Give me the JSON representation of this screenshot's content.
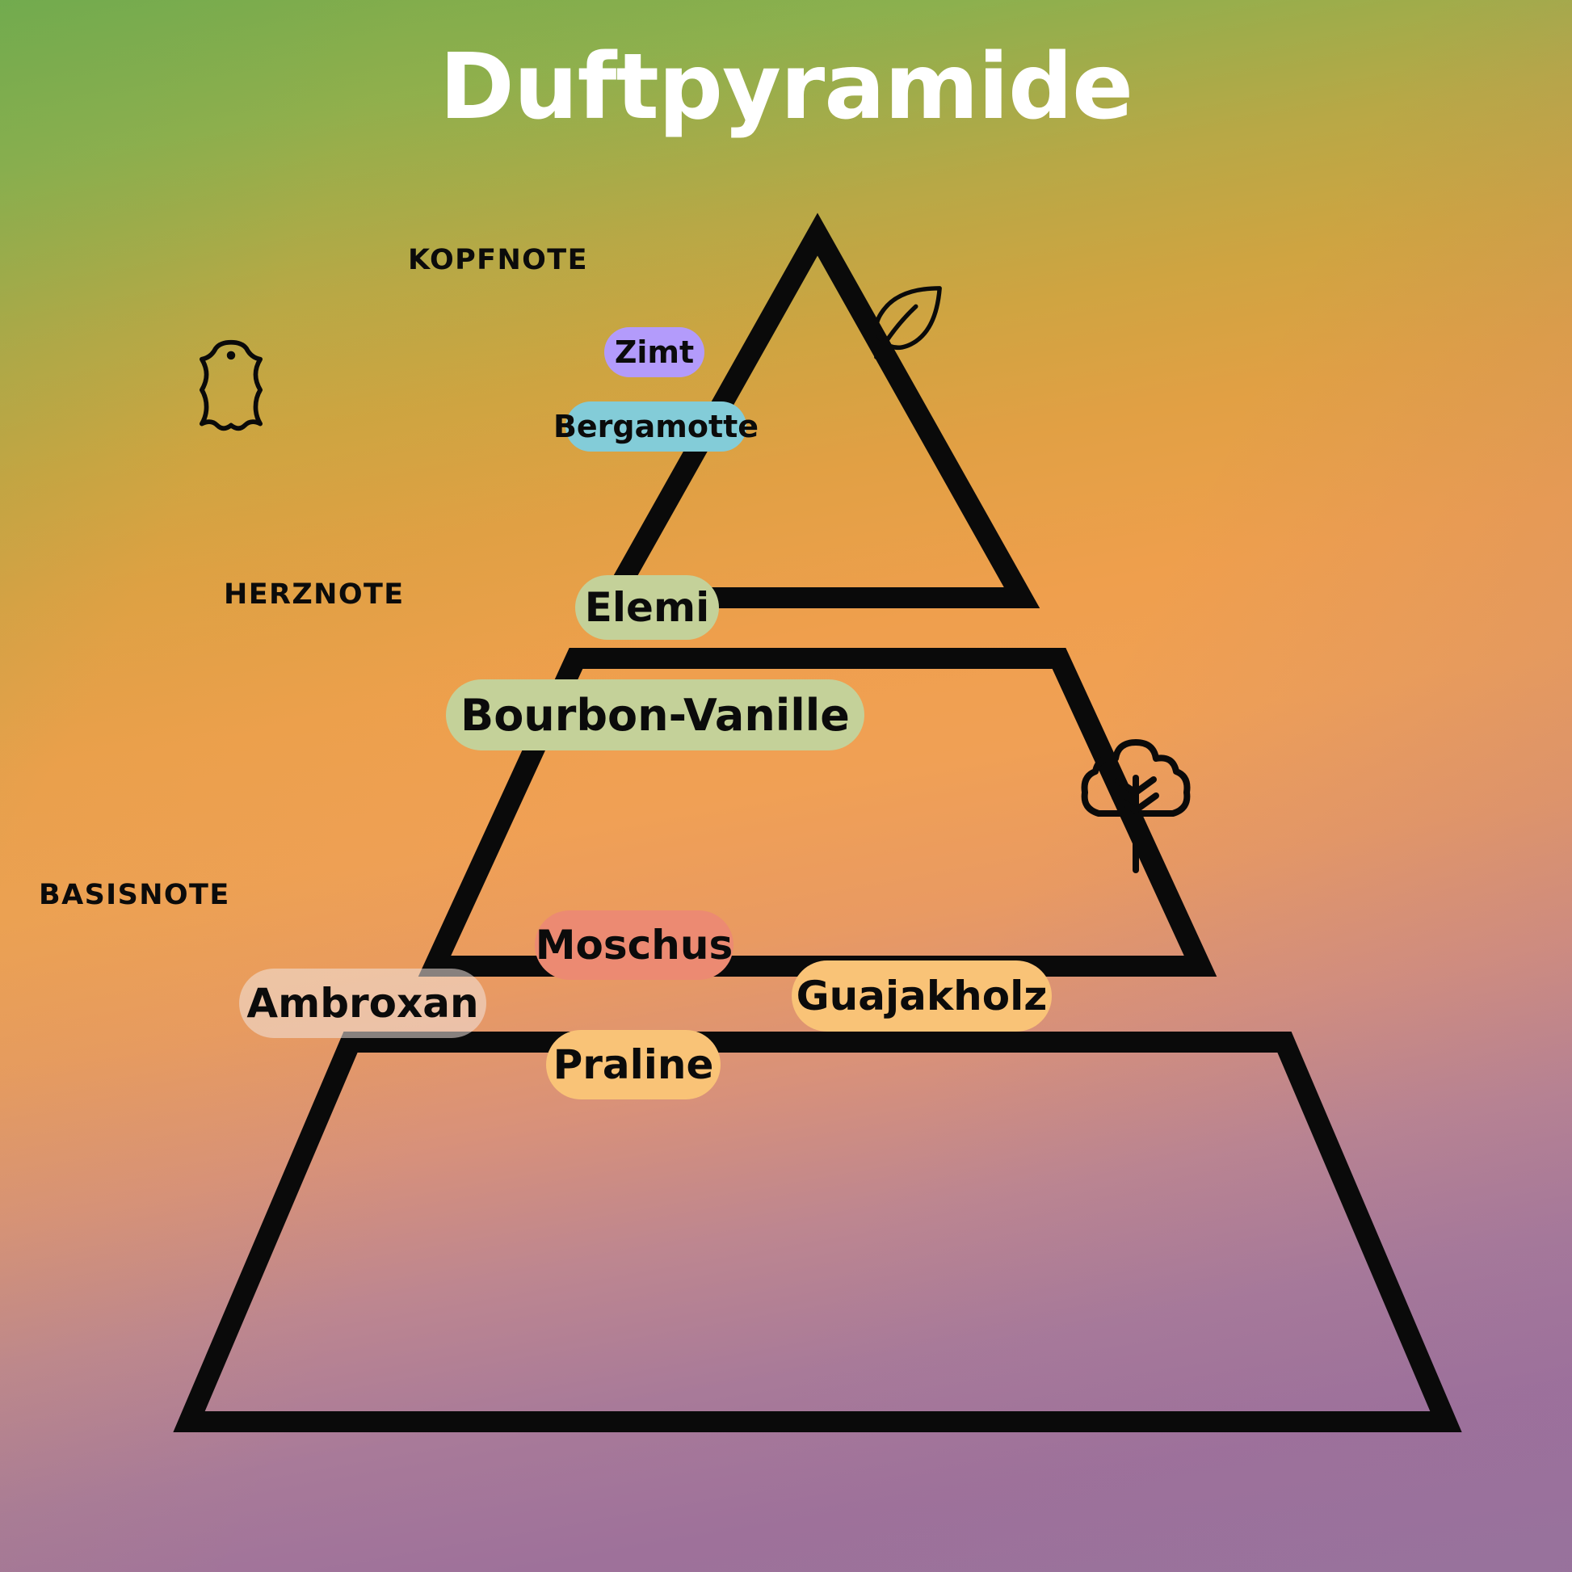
{
  "title": "Duftpyramide",
  "background": {
    "top_color": "#6fab4e",
    "mid_color": "#ef9f4d",
    "bottom_color": "#98739b"
  },
  "pyramid": {
    "stroke_color": "#0a0a0a",
    "tiers": [
      {
        "id": "top",
        "label": "KOPFNOTE",
        "notes": [
          {
            "name": "Zimt",
            "color": "#b39bfb"
          },
          {
            "name": "Bergamotte",
            "color": "#83ccd8"
          }
        ]
      },
      {
        "id": "heart",
        "label": "HERZNOTE",
        "notes": [
          {
            "name": "Elemi",
            "color": "#c4d199"
          },
          {
            "name": "Bourbon-Vanille",
            "color": "#c4d199"
          }
        ]
      },
      {
        "id": "base",
        "label": "BASISNOTE",
        "notes": [
          {
            "name": "Moschus",
            "color": "#ec8a72"
          },
          {
            "name": "Ambroxan",
            "color": "#f0e4de"
          },
          {
            "name": "Guajakholz",
            "color": "#f9c377"
          },
          {
            "name": "Praline",
            "color": "#f9c377"
          }
        ]
      }
    ]
  },
  "decorations": [
    {
      "icon": "leather-hide-icon"
    },
    {
      "icon": "leaf-icon"
    },
    {
      "icon": "tree-icon"
    }
  ]
}
